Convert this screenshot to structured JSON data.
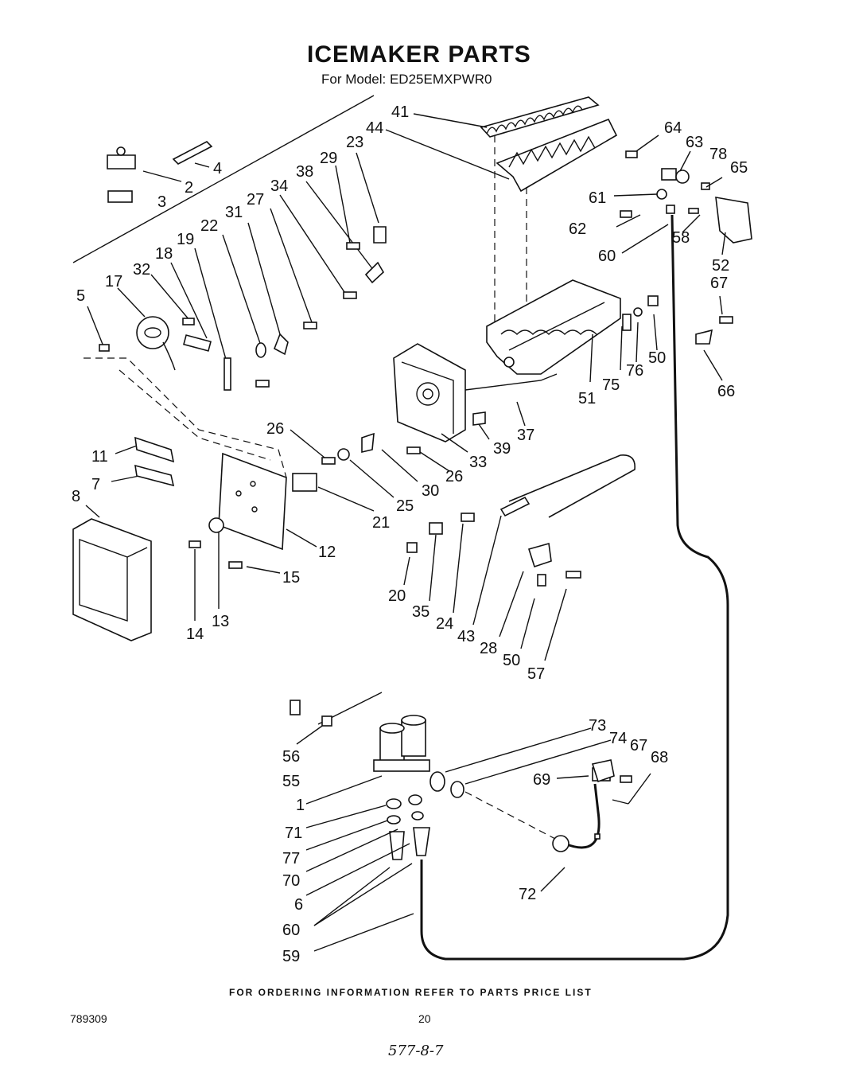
{
  "header": {
    "title": "ICEMAKER PARTS",
    "subtitle": "For Model: ED25EMXPWR0"
  },
  "footer": {
    "ordering_note": "FOR ORDERING INFORMATION REFER TO PARTS PRICE LIST",
    "document_number": "789309",
    "page_number": "20",
    "handwritten_note": "577-8-7"
  },
  "callouts": [
    "41",
    "44",
    "64",
    "63",
    "78",
    "65",
    "2",
    "4",
    "3",
    "23",
    "29",
    "38",
    "34",
    "27",
    "31",
    "22",
    "19",
    "18",
    "32",
    "17",
    "5",
    "61",
    "62",
    "60",
    "58",
    "52",
    "67",
    "66",
    "51",
    "75",
    "76",
    "50",
    "37",
    "39",
    "33",
    "26",
    "26",
    "11",
    "7",
    "8",
    "21",
    "25",
    "30",
    "12",
    "15",
    "14",
    "13",
    "20",
    "35",
    "24",
    "43",
    "28",
    "50",
    "57",
    "73",
    "74",
    "67",
    "68",
    "69",
    "56",
    "55",
    "1",
    "71",
    "77",
    "70",
    "6",
    "60",
    "59",
    "72"
  ]
}
